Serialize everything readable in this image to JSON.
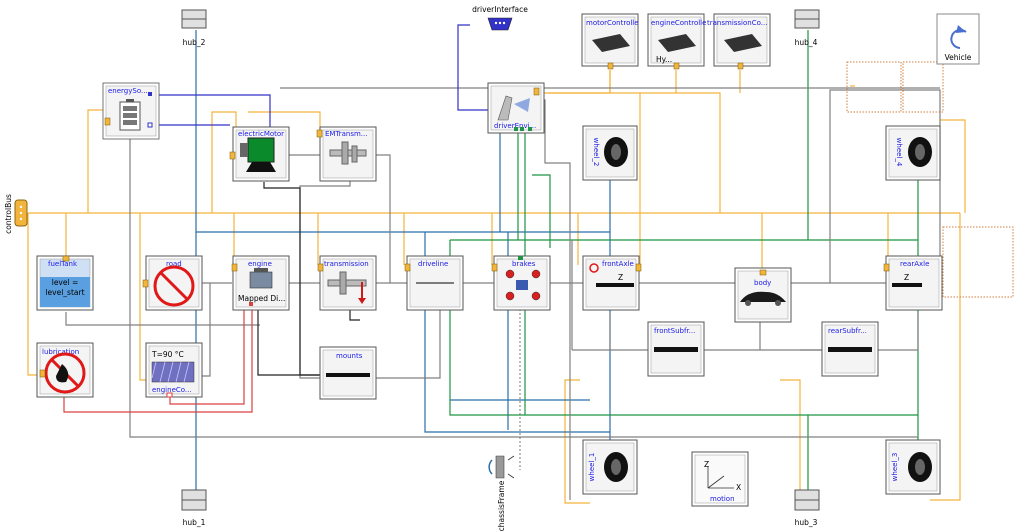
{
  "colors": {
    "orange": "#f2b43c",
    "blue": "#2b6ea8",
    "green": "#1e9445",
    "gray": "#808080",
    "dark": "#222222",
    "red": "#d94040",
    "violet": "#3232c8",
    "label": "#1a1ae6"
  },
  "labels": {
    "hub_2": "hub_2",
    "hub_4": "hub_4",
    "hub_1": "hub_1",
    "hub_3": "hub_3",
    "driverInterface": "driverInterface",
    "controlBus": "controlBus",
    "chassisFrame": "chassisFrame",
    "vehicle": "Vehicle"
  },
  "blocks": {
    "energySource": "energySo...",
    "electricMotor": "electricMotor",
    "emTransmission": "EMTransm...",
    "driverEnvironment": "driverEnvi...",
    "motorController": "motorControlle",
    "engineController": "engineControlle",
    "engineControllerSub": "Hy...",
    "transmissionController": "transmissionCo...",
    "wheel2": "wheel_2",
    "wheel4": "wheel_4",
    "wheel1": "wheel_1",
    "wheel3": "wheel_3",
    "fuelTank": "fuelTank",
    "fuelTankLevel1": "level =",
    "fuelTankLevel2": "level_start",
    "road": "road",
    "engine": "engine",
    "engineSub": "Mapped Di...",
    "transmission": "transmission",
    "driveline": "driveline",
    "brakes": "brakes",
    "frontAxle": "frontAxle",
    "frontAxleZ": "Z",
    "rearAxle": "rearAxle",
    "rearAxleZ": "Z",
    "body": "body",
    "frontSubframe": "frontSubfr...",
    "rearSubframe": "rearSubfr...",
    "mounts": "mounts",
    "lubrication": "lubrication",
    "engineCoolant": "engineCo...",
    "engineCoolantTemp": "T=90 °C",
    "motion": "motion"
  }
}
